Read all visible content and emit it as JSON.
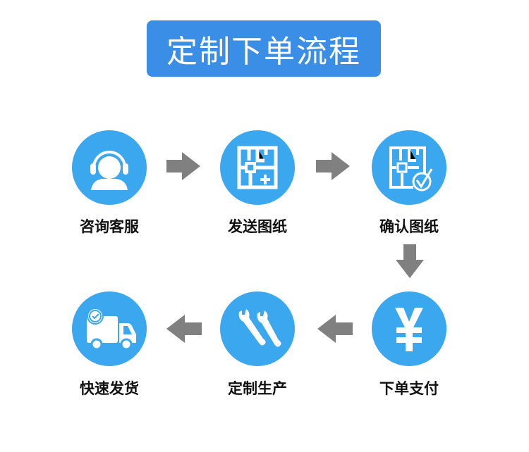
{
  "title": "定制下单流程",
  "colors": {
    "title_bg": "#3a8ee6",
    "circle_bg": "#3aa7ee",
    "arrow": "#808080",
    "label": "#111111"
  },
  "steps": [
    {
      "order": 1,
      "label": "咨询客服",
      "icon": "customer-service-headset-icon"
    },
    {
      "order": 2,
      "label": "发送图纸",
      "icon": "floorplan-add-icon"
    },
    {
      "order": 3,
      "label": "确认图纸",
      "icon": "floorplan-check-icon"
    },
    {
      "order": 4,
      "label": "下单支付",
      "icon": "yen-icon"
    },
    {
      "order": 5,
      "label": "定制生产",
      "icon": "wrenches-icon"
    },
    {
      "order": 6,
      "label": "快速发货",
      "icon": "delivery-truck-icon"
    }
  ],
  "arrows": [
    {
      "from": 1,
      "to": 2,
      "direction": "right"
    },
    {
      "from": 2,
      "to": 3,
      "direction": "right"
    },
    {
      "from": 3,
      "to": 4,
      "direction": "down"
    },
    {
      "from": 4,
      "to": 5,
      "direction": "left"
    },
    {
      "from": 5,
      "to": 6,
      "direction": "left"
    }
  ]
}
